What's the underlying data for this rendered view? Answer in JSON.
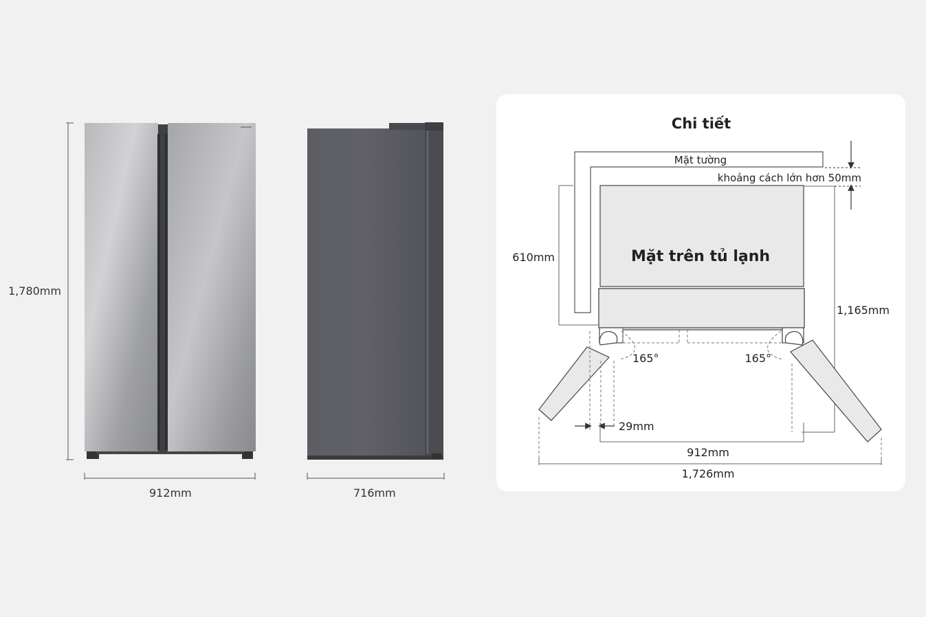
{
  "front_view": {
    "height_label": "1,780mm",
    "width_label": "912mm"
  },
  "side_view": {
    "depth_label": "716mm"
  },
  "detail": {
    "title": "Chi tiết",
    "wall_label": "Mặt tường",
    "clearance_label": "khoảng cách lớn hơn 50mm",
    "top_label": "Mặt trên tủ lạnh",
    "depth_label": "610mm",
    "open_depth_label": "1,165mm",
    "angle_left": "165°",
    "angle_right": "165°",
    "gap_label": "29mm",
    "body_width_label": "912mm",
    "open_width_label": "1,726mm"
  },
  "colors": {
    "background": "#f1f1f1",
    "card": "#ffffff",
    "steel_light": "#c9c9cb",
    "steel_dark": "#55575b",
    "side_panel": "#5a5b60",
    "fridge_top_fill": "#e9e9e9"
  }
}
